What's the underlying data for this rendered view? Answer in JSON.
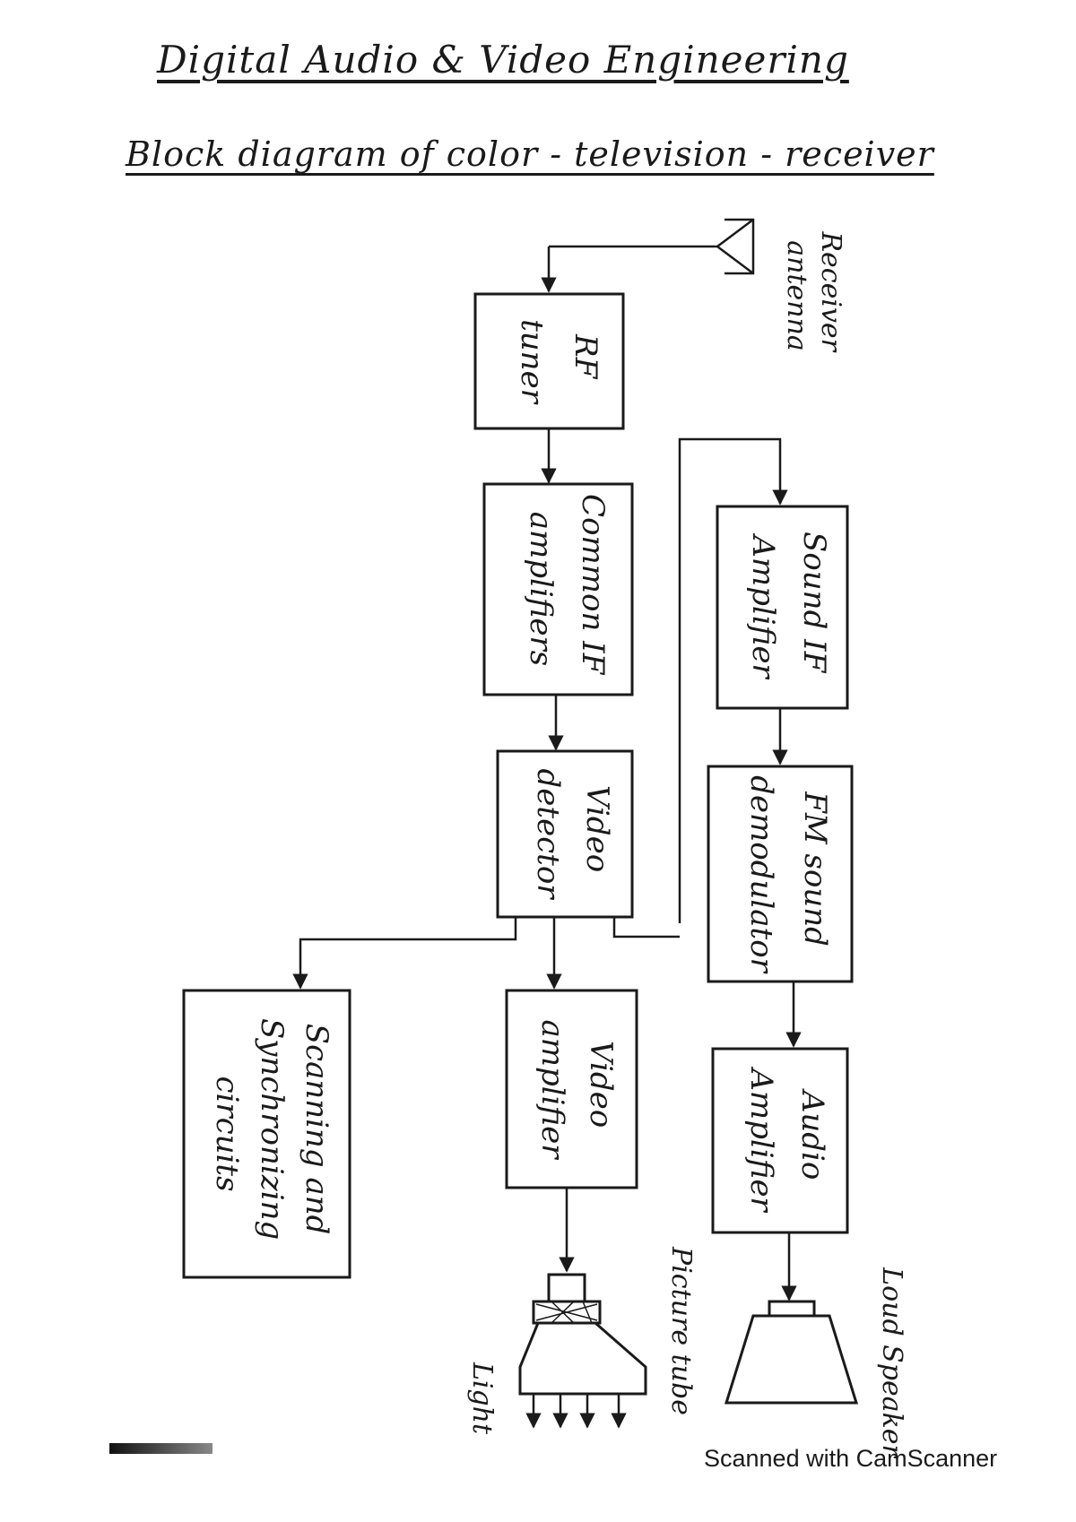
{
  "header": {
    "title": "Digital Audio & Video Engineering",
    "subtitle": "Block diagram of color - television - receiver"
  },
  "blocks": {
    "rf_tuner": [
      "RF",
      "tuner"
    ],
    "common_if": [
      "Common IF",
      "amplifiers"
    ],
    "video_detector": [
      "Video",
      "detector"
    ],
    "scanning": [
      "Scanning and",
      "Synchronizing",
      "circuits"
    ],
    "video_amplifier": [
      "Video",
      "amplifier"
    ],
    "sound_if": [
      "Sound IF",
      "Amplifier"
    ],
    "fm_sound": [
      "FM sound",
      "demodulator"
    ],
    "audio_amplifier": [
      "Audio",
      "Amplifier"
    ]
  },
  "labels": {
    "antenna": [
      "Receiver",
      "antenna"
    ],
    "picture_tube": "Picture tube",
    "loud_speaker": "Loud Speaker",
    "light": "Light"
  },
  "footer": {
    "scanner": "Scanned with CamScanner"
  }
}
